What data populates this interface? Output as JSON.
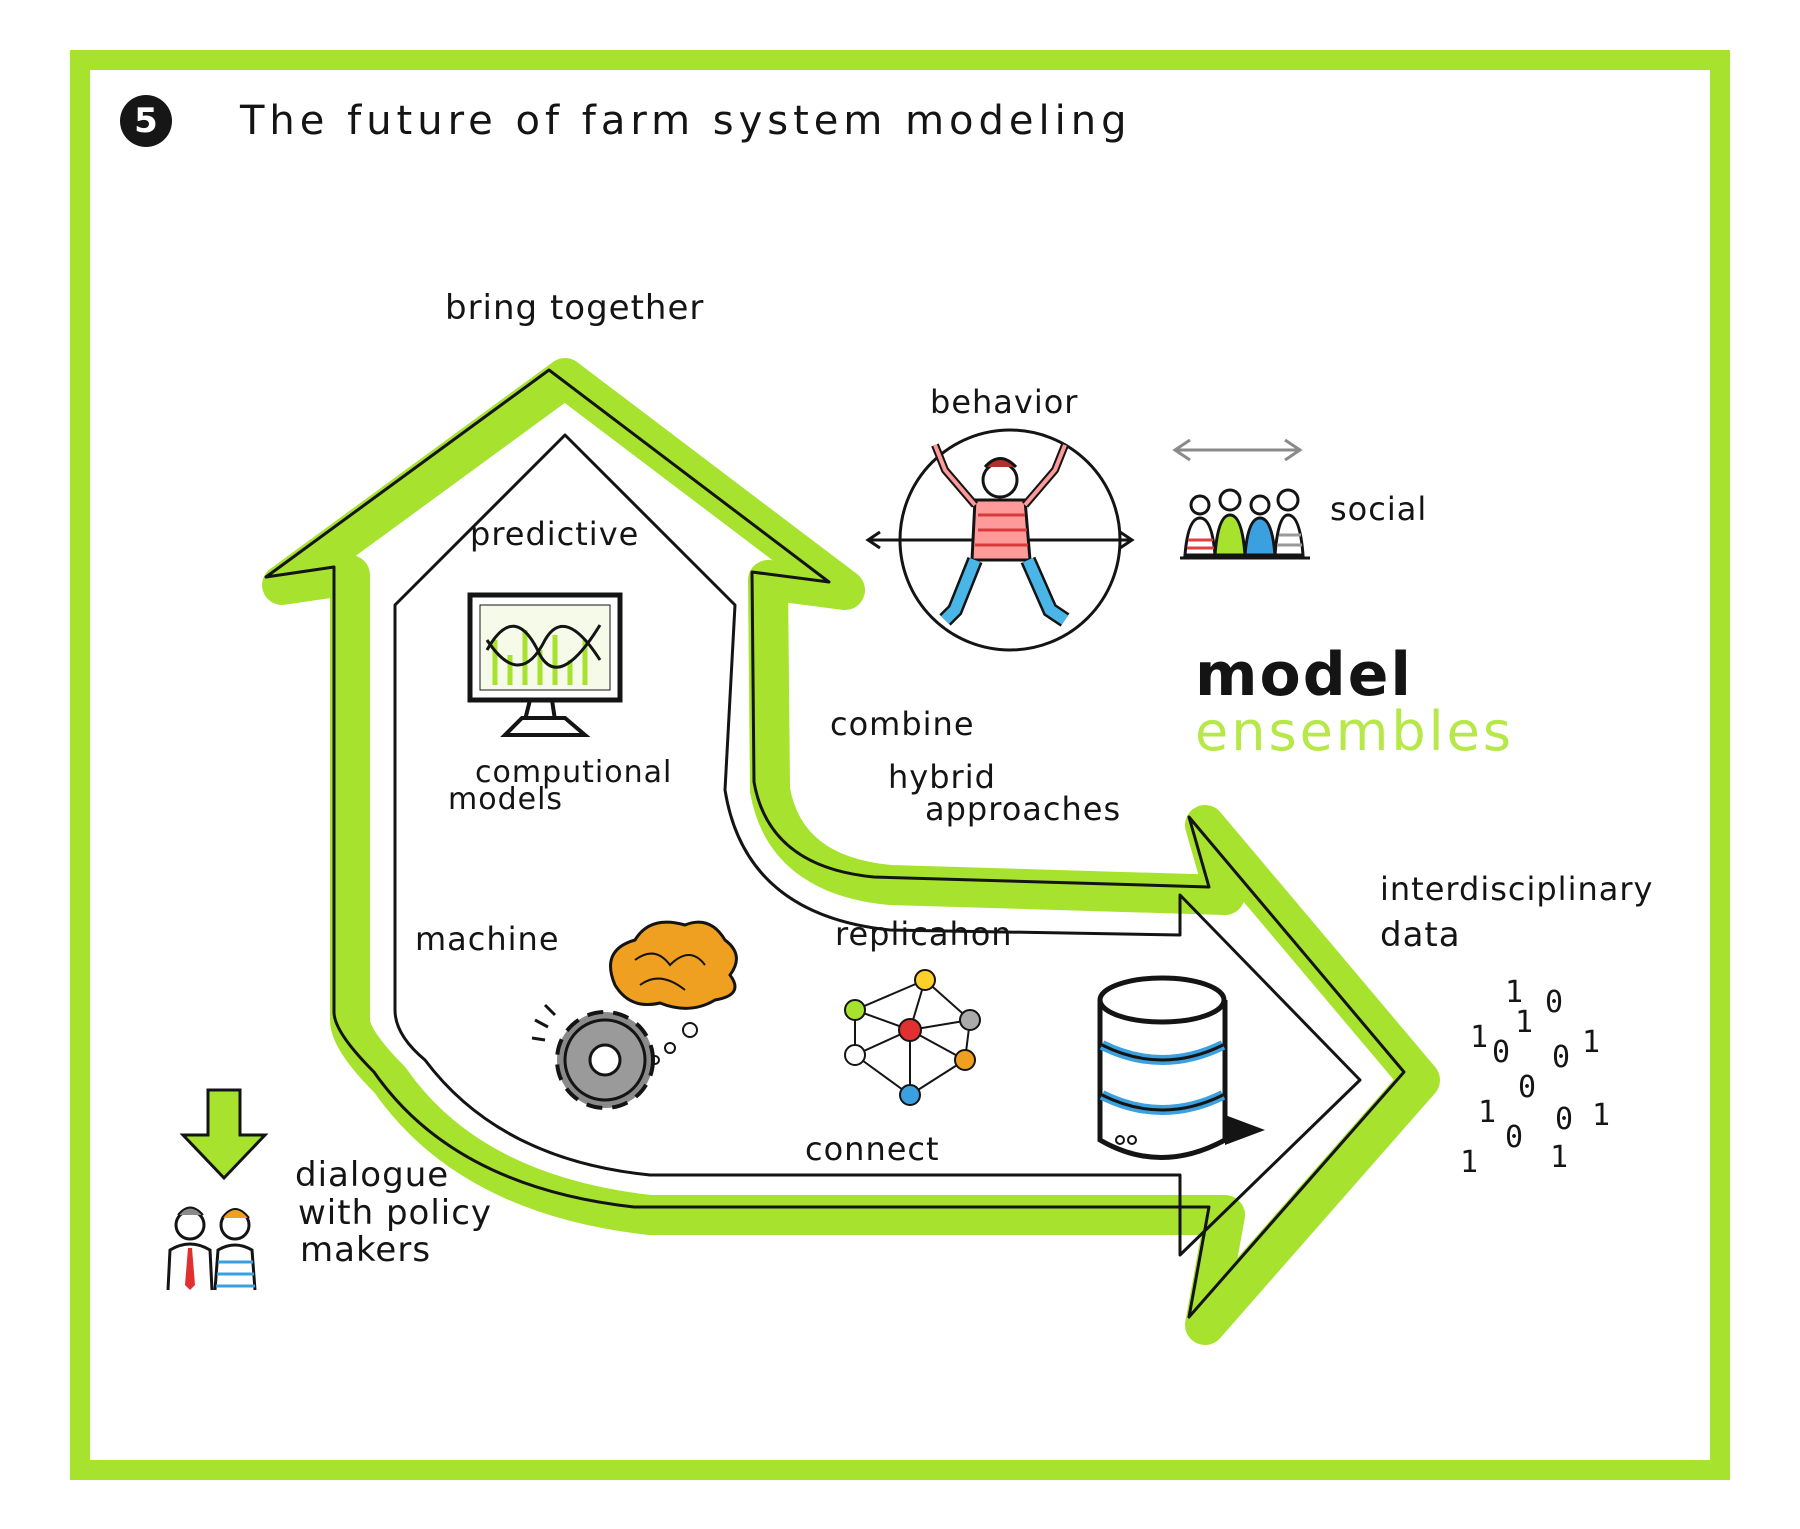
{
  "title": {
    "number": "5",
    "text": "The future of farm system modeling"
  },
  "labels": {
    "bring_together": "bring together",
    "predictive": "predictive",
    "computional": "computional",
    "models": "models",
    "behavior": "behavior",
    "social": "social",
    "combine": "combine",
    "hybrid": "hybrid",
    "approaches": "approaches",
    "machine": "machine",
    "replication": "replicahon",
    "connect": "connect",
    "interdisciplinary": "interdisciplinary",
    "data": "data",
    "dialogue": "dialogue",
    "with_policy": "with policy",
    "makers": "makers",
    "model": "model",
    "ensembles": "ensembles"
  },
  "binary_digits": [
    "1",
    "0",
    "1",
    "0",
    "1",
    "0",
    "1",
    "0",
    "1",
    "0",
    "0",
    "1",
    "1",
    "1"
  ],
  "colors": {
    "accent_green": "#a6e22e",
    "light_green": "#b6e84a",
    "ink": "#141414",
    "orange": "#f0a020",
    "blue": "#3aa0e0",
    "red": "#e03030",
    "gray": "#8a8a8a",
    "yellow": "#ffd02a"
  },
  "icons": [
    "number-badge",
    "up-arrow-shape",
    "right-arrow-shape",
    "monitor-chart-icon",
    "person-circle-icon",
    "social-group-icon",
    "double-arrow-icon",
    "brain-icon",
    "gear-icon",
    "network-icon",
    "database-icon",
    "down-arrow-icon",
    "policy-makers-icon"
  ]
}
